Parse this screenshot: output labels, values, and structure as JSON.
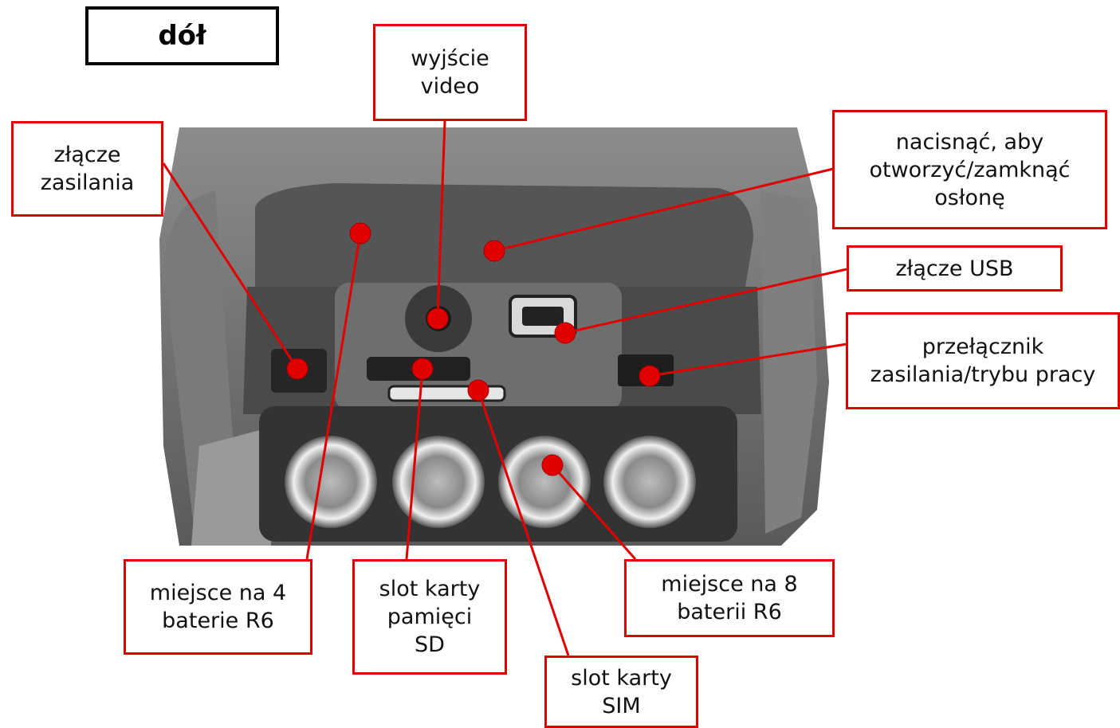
{
  "title": "dół",
  "callouts": {
    "power_connector": "złącze\nzasilania",
    "video_out": "wyjście\nvideo",
    "cover_button": "nacisnąć, aby\notworzyć/zamknąć\nosłonę",
    "usb": "złącze USB",
    "power_switch": "przełącznik\nzasilania/trybu pracy",
    "battery_4": "miejsce na 4\nbaterie R6",
    "sd_slot": "slot karty\npamięci\nSD",
    "battery_8": "miejsce na 8\nbaterii R6",
    "sim_slot": "slot karty\nSIM"
  },
  "colors": {
    "callout": "#e10000",
    "marker": "#e10000",
    "device_body": "#6b6b6b",
    "device_inner": "#3c3c3c"
  }
}
